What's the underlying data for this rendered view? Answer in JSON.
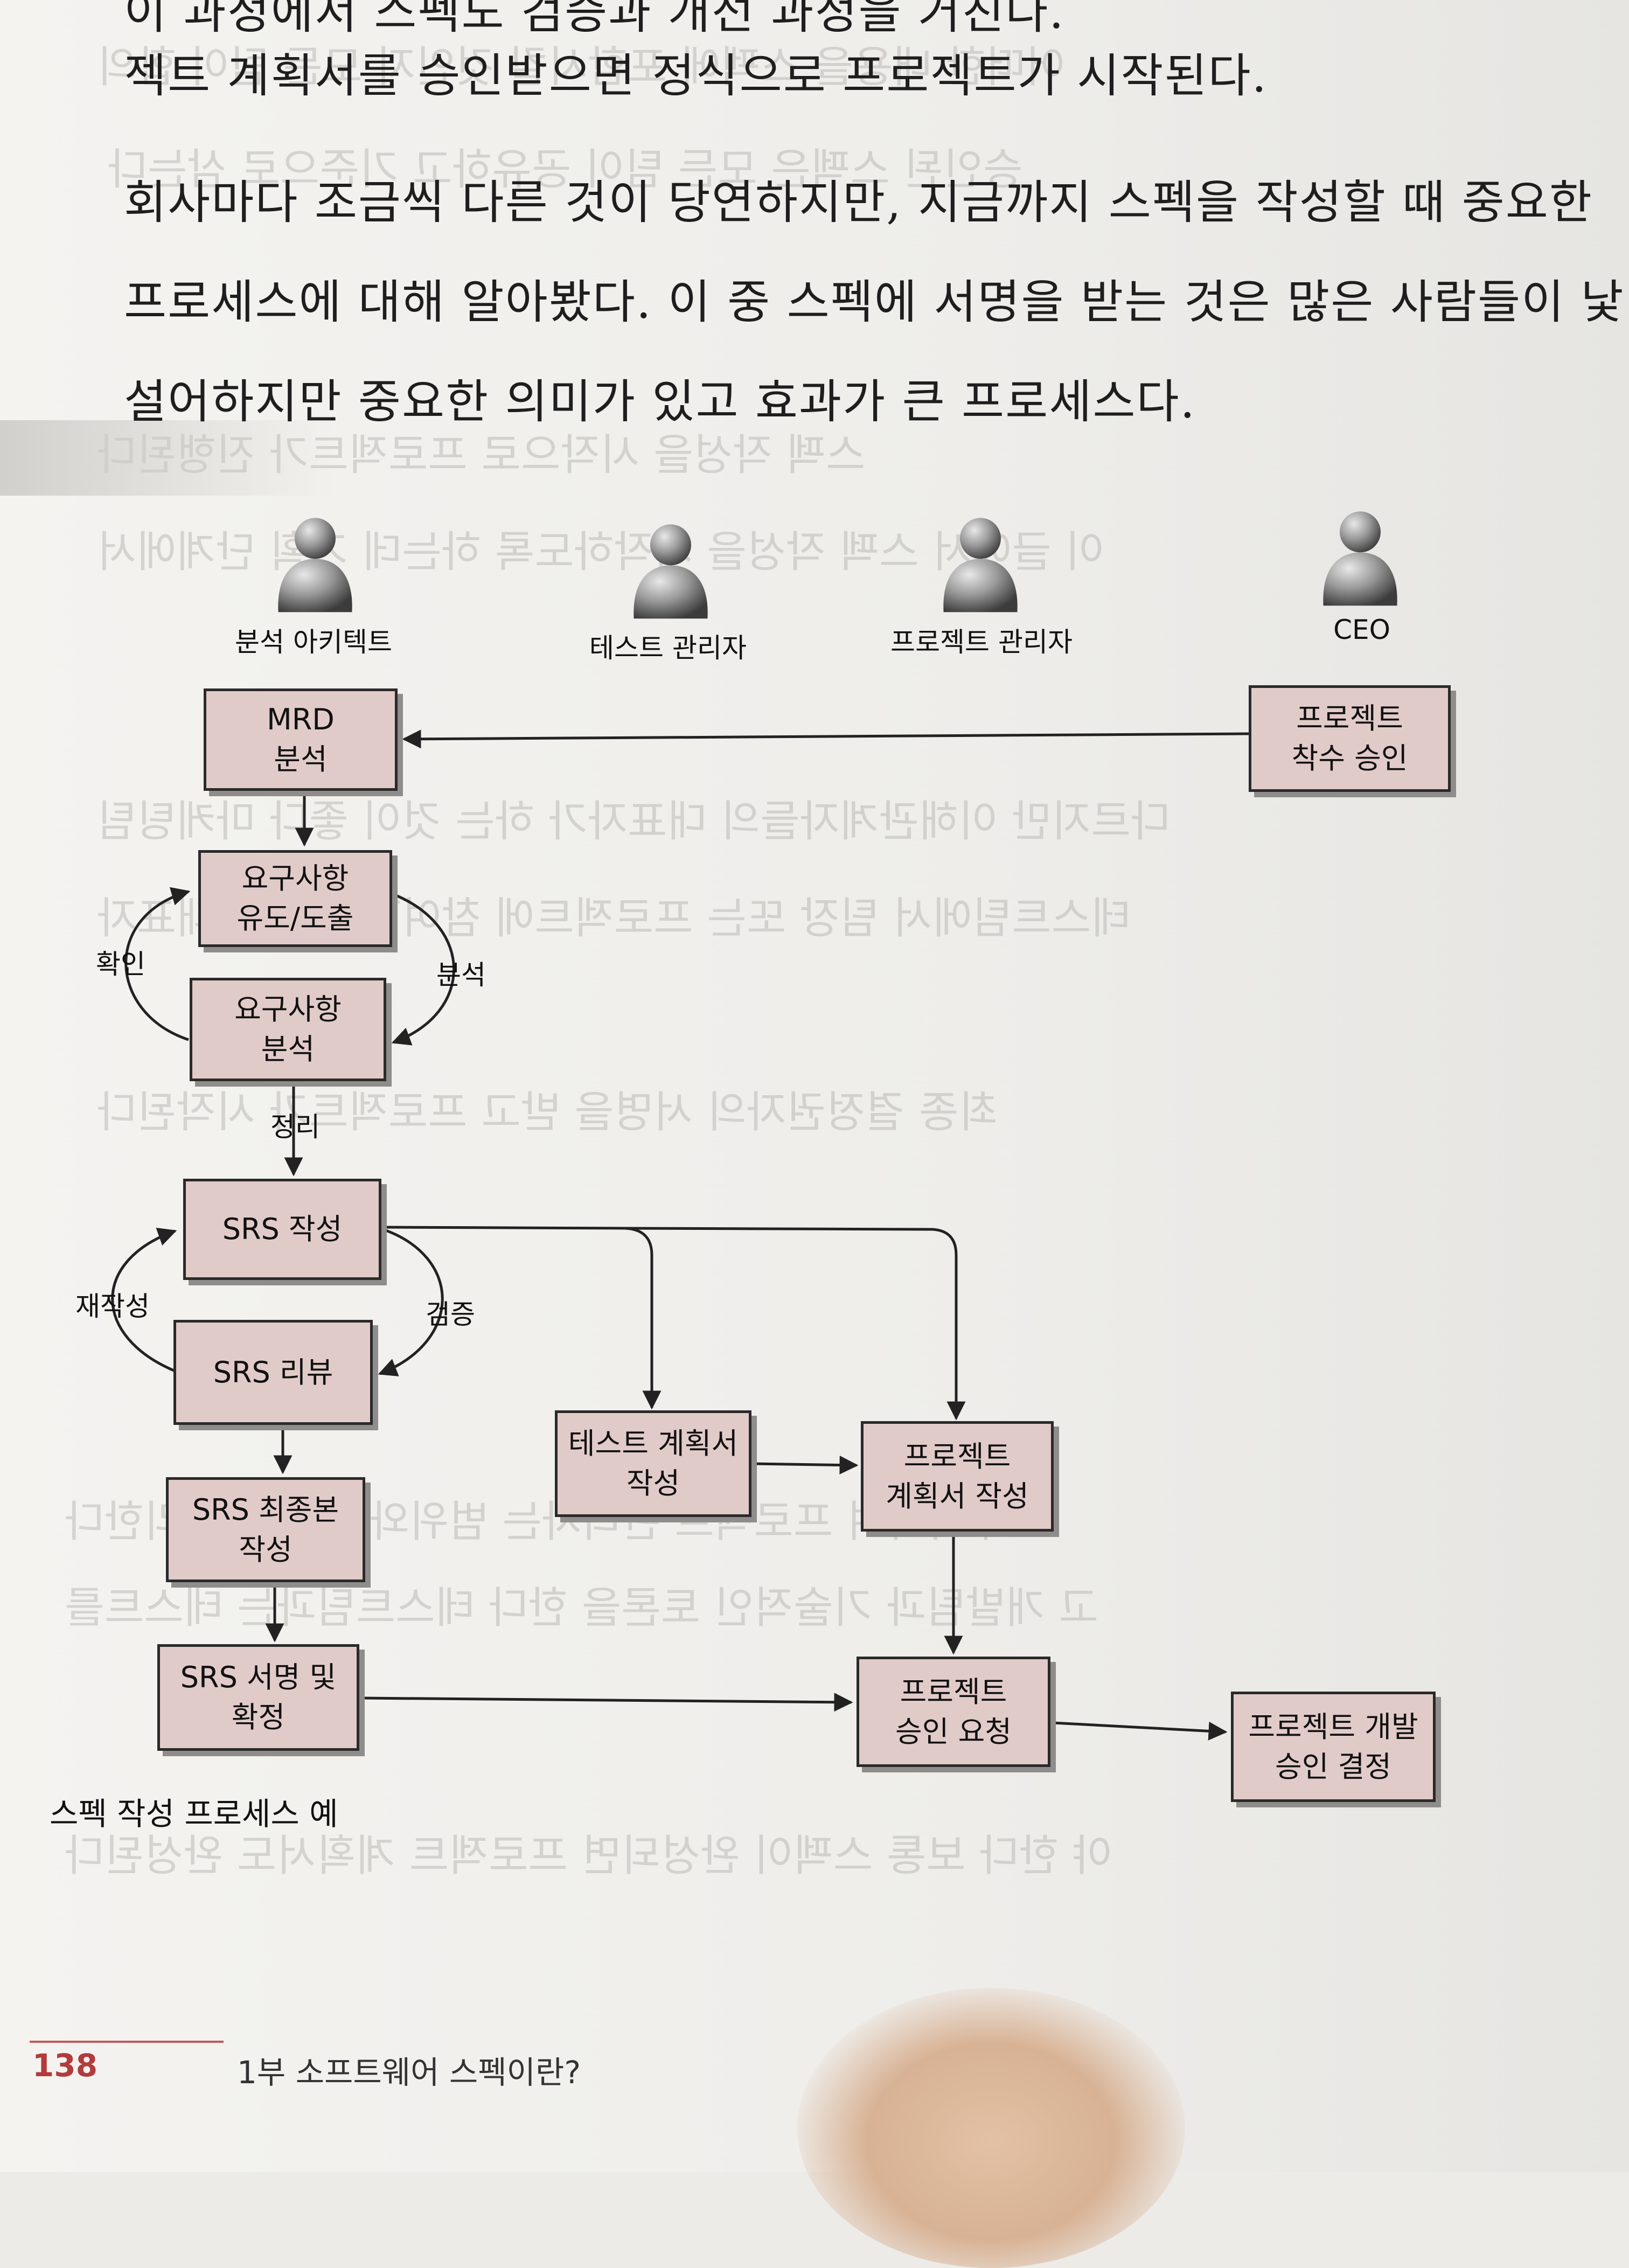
{
  "paragraph": {
    "lines": [
      "이 과정에서 스펙도 검증과 개선 과정을 거친다.",
      "젝트 계획서를 승인받으면 정식으로 프로젝트가 시작된다.",
      "회사마다 조금씩 다른 것이 당연하지만, 지금까지 스펙을 작성할 때 중요한",
      "프로세스에 대해 알아봤다. 이 중 스펙에 서명을 받는 것은 많은 사람들이 낯",
      "설어하지만 중요한 의미가 있고 효과가 큰 프로세스다."
    ]
  },
  "diagram": {
    "roles": [
      "분석 아키텍트",
      "테스트 관리자",
      "프로젝트 관리자",
      "CEO"
    ],
    "boxes": {
      "mrd": "MRD\n분석",
      "kickoff": "프로젝트\n착수 승인",
      "elicit": "요구사항\n유도/도출",
      "analysis": "요구사항\n분석",
      "srs_write": "SRS 작성",
      "srs_review": "SRS 리뷰",
      "srs_final": "SRS 최종본\n작성",
      "srs_sign": "SRS 서명 및\n확정",
      "test_plan": "테스트 계획서\n작성",
      "project_plan": "프로젝트\n계획서 작성",
      "approval_request": "프로젝트\n승인 요청",
      "dev_decision": "프로젝트 개발\n승인 결정"
    },
    "edge_labels": {
      "confirm": "확인",
      "analyze": "분석",
      "organize": "정리",
      "rewrite": "재작성",
      "verify": "검증"
    },
    "caption": "스펙 작성 프로세스 예"
  },
  "footer": {
    "page_number": "138",
    "running_head": "1부 소프트웨어 스펙이란?"
  },
  "colors": {
    "box_fill": "#e1cbc8",
    "page_number": "#b23b3b"
  }
}
